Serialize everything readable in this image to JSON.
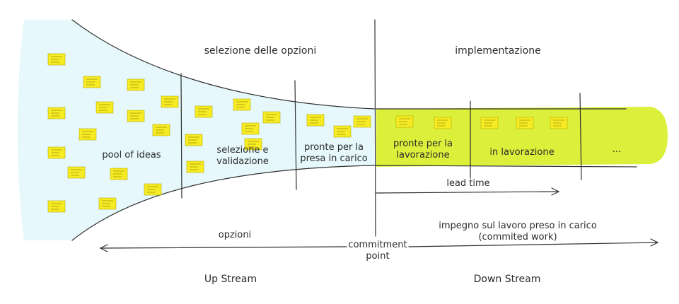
{
  "sections": {
    "options_selection": "selezione delle opzioni",
    "implementation": "implementazione"
  },
  "columns": {
    "pool": "pool of ideas",
    "selection_line1": "selezione e",
    "selection_line2": "validazione",
    "ready_line1": "pronte per  la",
    "ready_line2": "presa in carico",
    "ready_work_line1": "pronte per la",
    "ready_work_line2": "lavorazione",
    "in_progress": "in lavorazione",
    "more": "..."
  },
  "annotations": {
    "lead_time": "lead time",
    "options": "opzioni",
    "commitment_line1": "commitment",
    "commitment_line2": "point",
    "commitment_work_line1": "impegno sul lavoro preso in carico",
    "commitment_work_line2": "(commited work)"
  },
  "streams": {
    "up": "Up Stream",
    "down": "Down Stream"
  },
  "colors": {
    "upstream_fill": "#e6f8fb",
    "downstream_fill": "#dcf03b",
    "sticky_note": "#f7ec23",
    "ink": "#2f2f2f"
  }
}
